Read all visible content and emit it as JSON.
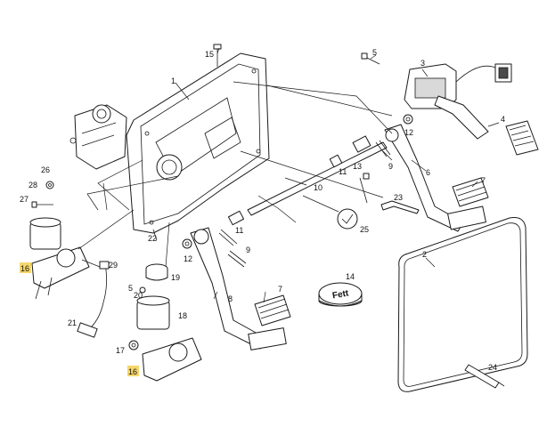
{
  "diagram": {
    "callouts": [
      {
        "id": "c1",
        "label": "1"
      },
      {
        "id": "c2",
        "label": "2"
      },
      {
        "id": "c3",
        "label": "3"
      },
      {
        "id": "c4",
        "label": "4"
      },
      {
        "id": "c5a",
        "label": "5"
      },
      {
        "id": "c5b",
        "label": "5"
      },
      {
        "id": "c6",
        "label": "6"
      },
      {
        "id": "c7a",
        "label": "7"
      },
      {
        "id": "c7b",
        "label": "7"
      },
      {
        "id": "c8",
        "label": "8"
      },
      {
        "id": "c9a",
        "label": "9"
      },
      {
        "id": "c9b",
        "label": "9"
      },
      {
        "id": "c10",
        "label": "10"
      },
      {
        "id": "c11a",
        "label": "11"
      },
      {
        "id": "c11b",
        "label": "11"
      },
      {
        "id": "c12a",
        "label": "12"
      },
      {
        "id": "c12b",
        "label": "12"
      },
      {
        "id": "c13",
        "label": "13"
      },
      {
        "id": "c14",
        "label": "14"
      },
      {
        "id": "c15",
        "label": "15"
      },
      {
        "id": "c16a",
        "label": "16"
      },
      {
        "id": "c16b",
        "label": "16"
      },
      {
        "id": "c17",
        "label": "17"
      },
      {
        "id": "c18",
        "label": "18"
      },
      {
        "id": "c19",
        "label": "19"
      },
      {
        "id": "c20",
        "label": "20"
      },
      {
        "id": "c21",
        "label": "21"
      },
      {
        "id": "c22",
        "label": "22"
      },
      {
        "id": "c23",
        "label": "23"
      },
      {
        "id": "c24",
        "label": "24"
      },
      {
        "id": "c25",
        "label": "25"
      },
      {
        "id": "c26",
        "label": "26"
      },
      {
        "id": "c27",
        "label": "27"
      },
      {
        "id": "c28",
        "label": "28"
      },
      {
        "id": "c29",
        "label": "29"
      }
    ],
    "grease_tin_label": "Fett",
    "highlight_color": "#f5d66b",
    "line_color": "#1a1a1a"
  }
}
